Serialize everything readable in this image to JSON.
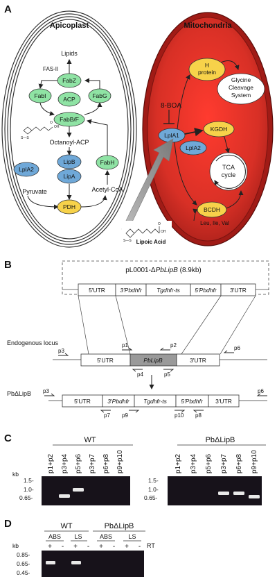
{
  "panelA": {
    "letter": "A",
    "apicoplast": {
      "title": "Apicoplast",
      "lipids": "Lipids",
      "fas2": "FAS-II",
      "fabz": "FabZ",
      "fabi": "FabI",
      "acp": "ACP",
      "fabg": "FabG",
      "fabbf": "FabB/F",
      "octanoyl": "Octanoyl-ACP",
      "lipb": "LipB",
      "lipa": "LipA",
      "lpla2": "LplA2",
      "fabh": "FabH",
      "pyruvate": "Pyruvate",
      "pdh": "PDH",
      "acetylcoa": "Acetyl-CoA",
      "oh_label": "OH",
      "o_label": "O",
      "s_label": "S—S"
    },
    "mitochondria": {
      "title": "Mitochondria",
      "hprotein_1": "H",
      "hprotein_2": "protein",
      "gcs_1": "Glycine",
      "gcs_2": "Cleavage",
      "gcs_3": "System",
      "boa": "8-BOA",
      "lpla1": "LplA1",
      "lpla2": "LplA2",
      "kgdh": "KGDH",
      "tca_1": "TCA",
      "tca_2": "cycle",
      "bcdh": "BCDH",
      "aa": "Leu, Ile, Val"
    },
    "lipoic": {
      "label": "Lipoic Acid",
      "oh_label": "OH",
      "o_label": "O",
      "s_label": "S—S"
    }
  },
  "panelB": {
    "letter": "B",
    "plasmid_prefix": "pL0001-Δ",
    "plasmid_gene": "PbLipB",
    "plasmid_size": " (8.9kb)",
    "cassette": [
      "5'UTR",
      "3'Pbdhfr",
      "Tgdhfr-ts",
      "5'Pbdhfr",
      "3'UTR"
    ],
    "endog_label": "Endogenous locus",
    "endog": [
      "5'UTR",
      "PbLipB",
      "3'UTR"
    ],
    "ko_label": "PbΔLipB",
    "ko": [
      "5'UTR",
      "3'Pbdhfr",
      "Tgdhfr-ts",
      "5'Pbdhfr",
      "3'UTR"
    ],
    "primers": {
      "p1": "p1",
      "p2": "p2",
      "p3": "p3",
      "p4": "p4",
      "p5": "p5",
      "p6": "p6",
      "p7": "p7",
      "p8": "p8",
      "p9": "p9",
      "p10": "p10"
    }
  },
  "panelC": {
    "letter": "C",
    "gel_left_title": "WT",
    "gel_right_title": "PbΔLipB",
    "lanes": [
      "p1+p2",
      "p3+p4",
      "p5+p6",
      "p3+p7",
      "p6+p8",
      "p9+p10"
    ],
    "kb": "kb",
    "ladder": [
      "1.5-",
      "1.0-",
      "0.65-"
    ],
    "wt_bands": [
      0,
      1,
      1,
      0,
      0,
      0
    ],
    "ko_bands": [
      0,
      0,
      0,
      1,
      1,
      1
    ]
  },
  "panelD": {
    "letter": "D",
    "wt": "WT",
    "ko": "PbΔLipB",
    "stages": [
      "ABS",
      "LS",
      "ABS",
      "LS"
    ],
    "rt_signs": [
      "+",
      "-",
      "+",
      "-",
      "+",
      "-",
      "+",
      "-"
    ],
    "rt": "RT",
    "kb": "kb",
    "ladder": [
      "0.85-",
      "0.65-",
      "0.45-"
    ]
  },
  "colors": {
    "green": "#8fe3a4",
    "blue": "#6fa8d8",
    "yellow": "#f7d24a",
    "mito_outer": "#c0271e",
    "mito_inner": "#e0463a",
    "gel_bg": "#17121a",
    "band": "#e8e8e8"
  }
}
